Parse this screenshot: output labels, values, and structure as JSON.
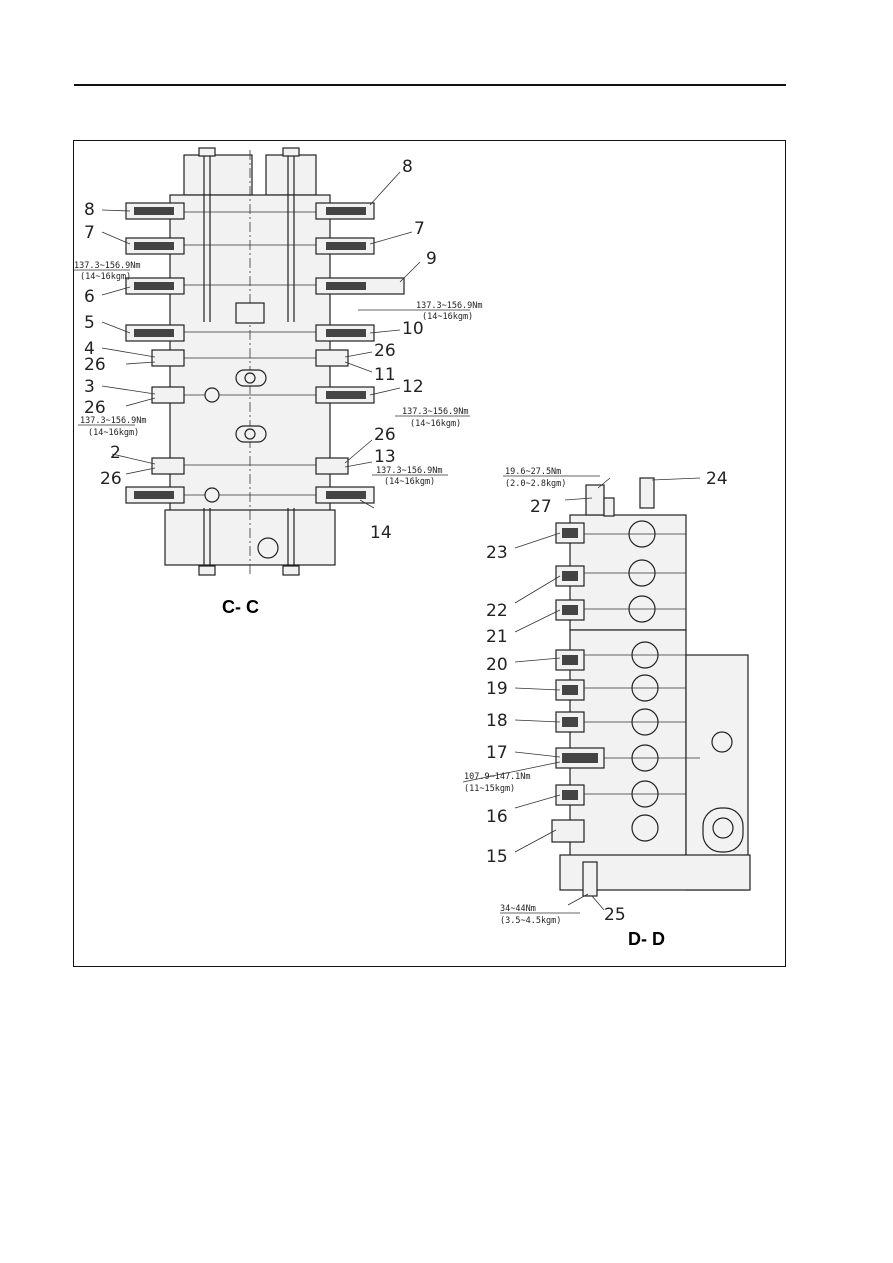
{
  "views": {
    "cc": {
      "title": "C- C",
      "labels": {
        "p8l": "8",
        "p7l": "7",
        "p6l": "6",
        "p5l": "5",
        "p4l": "4",
        "p26a": "26",
        "p3l": "3",
        "p26b": "26",
        "p2l": "2",
        "p26c": "26",
        "p8r": "8",
        "p7r": "7",
        "p9r": "9",
        "p10r": "10",
        "p26d": "26",
        "p11r": "11",
        "p12r": "12",
        "p26e": "26",
        "p13r": "13",
        "p14r": "14"
      },
      "torques": {
        "t1a": "137.3~156.9Nm",
        "t1b": "(14~16kgm)",
        "t2a": "137.3~156.9Nm",
        "t2b": "(14~16kgm)",
        "t3a": "137.3~156.9Nm",
        "t3b": "(14~16kgm)",
        "t4a": "137.3~156.9Nm",
        "t4b": "(14~16kgm)",
        "t5a": "137.3~156.9Nm",
        "t5b": "(14~16kgm)"
      }
    },
    "dd": {
      "title": "D- D",
      "labels": {
        "p24": "24",
        "p27": "27",
        "p23": "23",
        "p22": "22",
        "p21": "21",
        "p20": "20",
        "p19": "19",
        "p18": "18",
        "p17": "17",
        "p16": "16",
        "p15": "15",
        "p25": "25"
      },
      "torques": {
        "u1a": "19.6~27.5Nm",
        "u1b": "(2.0~2.8kgm)",
        "u2a": "107.9~147.1Nm",
        "u2b": "(11~15kgm)",
        "u3a": "34~44Nm",
        "u3b": "(3.5~4.5kgm)"
      }
    }
  }
}
